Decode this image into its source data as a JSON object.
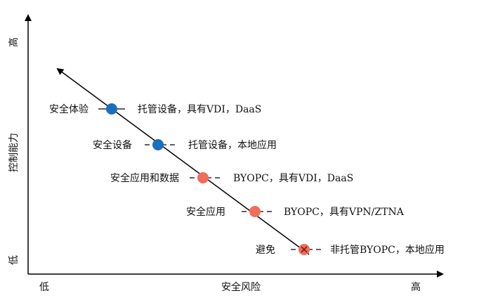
{
  "axes": {
    "y_title": "控制能力",
    "y_high": "高",
    "y_low": "低",
    "x_title": "安全风险",
    "x_low": "低",
    "x_high": "高"
  },
  "levels": [
    {
      "name": "安全体验",
      "description": "托管设备，具有VDI，DaaS",
      "color": "#1a6fbf",
      "marker": "dot"
    },
    {
      "name": "安全设备",
      "description": "托管设备，本地应用",
      "color": "#1a6fbf",
      "marker": "dot"
    },
    {
      "name": "安全应用和数据",
      "description": "BYOPC，具有VDI，DaaS",
      "color": "#f26b5b",
      "marker": "dot"
    },
    {
      "name": "安全应用",
      "description": "BYOPC，具有VPN/ZTNA",
      "color": "#f26b5b",
      "marker": "dot"
    },
    {
      "name": "避免",
      "description": "非托管BYOPC，本地应用",
      "color": "#f26b5b",
      "marker": "x"
    }
  ]
}
